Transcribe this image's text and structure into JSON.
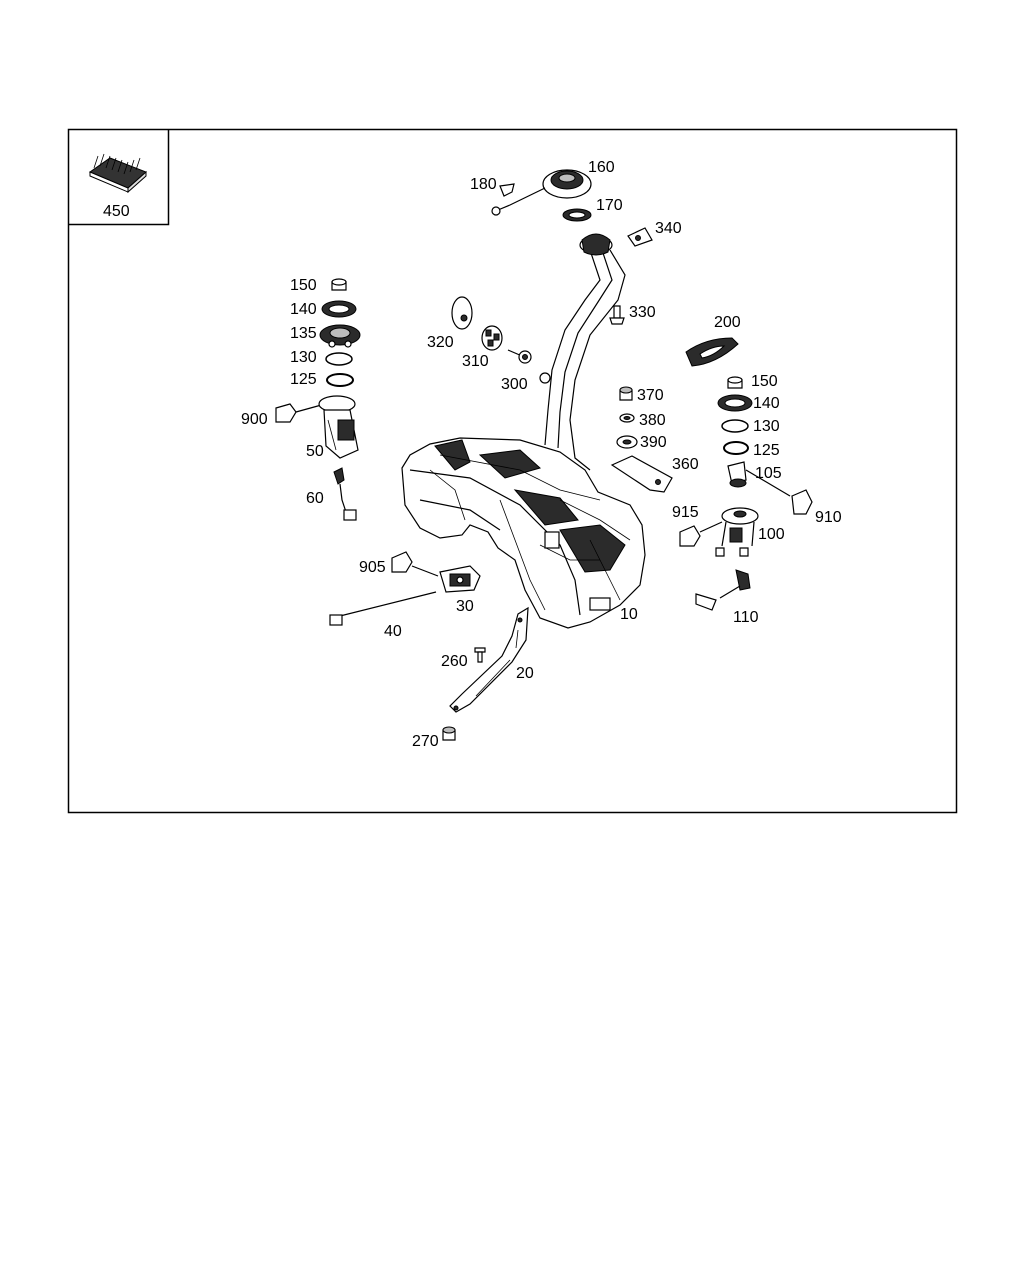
{
  "diagram": {
    "inset_label": "450",
    "callouts": [
      {
        "id": "c160",
        "text": "160"
      },
      {
        "id": "c180",
        "text": "180"
      },
      {
        "id": "c170",
        "text": "170"
      },
      {
        "id": "c340",
        "text": "340"
      },
      {
        "id": "c150a",
        "text": "150"
      },
      {
        "id": "c140a",
        "text": "140"
      },
      {
        "id": "c135",
        "text": "135"
      },
      {
        "id": "c130a",
        "text": "130"
      },
      {
        "id": "c125a",
        "text": "125"
      },
      {
        "id": "c900",
        "text": "900"
      },
      {
        "id": "c50",
        "text": "50"
      },
      {
        "id": "c60",
        "text": "60"
      },
      {
        "id": "c320",
        "text": "320"
      },
      {
        "id": "c310",
        "text": "310"
      },
      {
        "id": "c300",
        "text": "300"
      },
      {
        "id": "c330",
        "text": "330"
      },
      {
        "id": "c200",
        "text": "200"
      },
      {
        "id": "c370",
        "text": "370"
      },
      {
        "id": "c380",
        "text": "380"
      },
      {
        "id": "c390",
        "text": "390"
      },
      {
        "id": "c360",
        "text": "360"
      },
      {
        "id": "c150b",
        "text": "150"
      },
      {
        "id": "c140b",
        "text": "140"
      },
      {
        "id": "c130b",
        "text": "130"
      },
      {
        "id": "c125b",
        "text": "125"
      },
      {
        "id": "c105",
        "text": "105"
      },
      {
        "id": "c910",
        "text": "910"
      },
      {
        "id": "c915",
        "text": "915"
      },
      {
        "id": "c100",
        "text": "100"
      },
      {
        "id": "c110",
        "text": "110"
      },
      {
        "id": "c905",
        "text": "905"
      },
      {
        "id": "c30",
        "text": "30"
      },
      {
        "id": "c40",
        "text": "40"
      },
      {
        "id": "c10",
        "text": "10"
      },
      {
        "id": "c260",
        "text": "260"
      },
      {
        "id": "c20",
        "text": "20"
      },
      {
        "id": "c270",
        "text": "270"
      }
    ]
  }
}
